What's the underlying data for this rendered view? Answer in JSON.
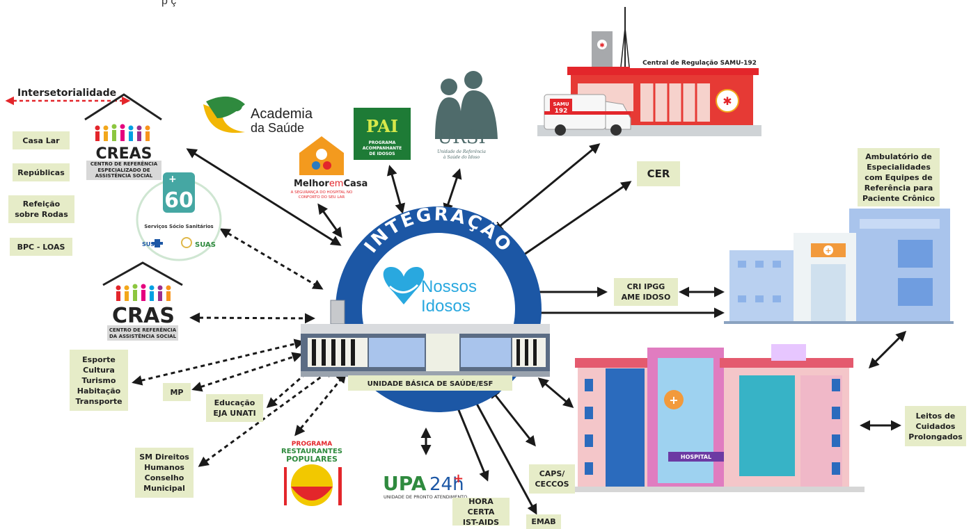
{
  "header": {
    "partial_text": "p                  ç"
  },
  "intersetorialidade": {
    "title": "Intersetorialidade",
    "items": [
      "Casa Lar",
      "Repúblicas",
      "Refeição sobre Rodas",
      "BPC - LOAS"
    ]
  },
  "creas": {
    "name": "CREAS",
    "subtitle": "CENTRO DE REFERÊNCIA ESPECIALIZADO DE ASSISTÊNCIA SOCIAL"
  },
  "cras": {
    "name": "CRAS",
    "subtitle": "CENTRO DE REFERÊNCIA DA ASSISTÊNCIA SOCIAL"
  },
  "academia": {
    "line1": "Academia",
    "line2": "da Saúde"
  },
  "melhor_em_casa": {
    "brand": "Melhor em Casa",
    "brand_a": "Melhor",
    "brand_b": "em",
    "brand_c": "Casa",
    "tagline": "A SEGURANÇA DO HOSPITAL NO CONFORTO DO SEU LAR"
  },
  "pai": {
    "mark": "PAI",
    "line1": "PROGRAMA",
    "line2": "ACOMPANHANTE",
    "line3": "DE IDOSOS"
  },
  "ursi": {
    "mark": "URSI",
    "line1": "Unidade de Referência",
    "line2": "à Saúde do Idoso"
  },
  "samu": {
    "central": "Central de Regulação SAMU-192",
    "badge1": "SAMU",
    "badge2": "192"
  },
  "socio": {
    "number": "60",
    "label": "Serviços Sócio Sanitários",
    "sus": "SUS",
    "suas": "SUAS"
  },
  "center": {
    "arc_text": "INTEGRAÇÃO",
    "logo_line1": "Nossos",
    "logo_line2": "Idosos",
    "ubs": "UNIDADE BÁSICA DE SAÚDE/ESF"
  },
  "labels": {
    "cer": "CER",
    "ambulatorio": "Ambulatório de Especialidades com Equipes de Referência para Paciente Crônico",
    "cri": "CRI IPGG\nAME IDOSO",
    "esporte": "Esporte\nCultura\nTurismo\nHabitação\nTransporte",
    "mp": "MP",
    "educacao": "Educação\nEJA UNATI",
    "sm_direitos": "SM Direitos\nHumanos\nConselho\nMunicipal",
    "hora_certa": "HORA CERTA\nIST-AIDS",
    "emab": "EMAB",
    "caps": "CAPS/\nCECCOS",
    "leitos": "Leitos de\nCuidados\nProlongados"
  },
  "upa": {
    "mark": "UPA",
    "num": "24h",
    "sub": "UNIDADE DE PRONTO ATENDIMENTO"
  },
  "restaurantes": {
    "line1": "PROGRAMA",
    "line2": "RESTAURANTES",
    "line3": "POPULARES"
  },
  "hospital": {
    "sign": "HOSPITAL"
  },
  "colors": {
    "ring": "#1c57a5",
    "label_bg": "#e6ecc8",
    "arrow": "#1a1a1a",
    "red": "#e3262b"
  }
}
